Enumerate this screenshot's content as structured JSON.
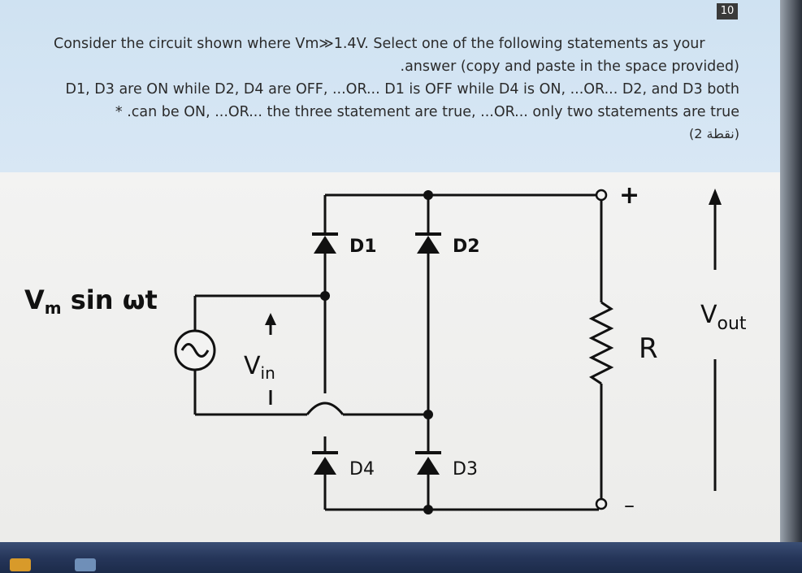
{
  "question": {
    "number": "10",
    "line1": "Consider the circuit shown where Vm≫1.4V. Select one of the following statements as your",
    "line2": ".answer (copy and paste in the space provided)",
    "line3": "D1, D3 are ON while D2, D4 are OFF, ...OR... D1 is OFF while D4 is ON, ...OR... D2, and D3 both",
    "line4": "* .can be ON, ...OR... the three statement are true, ...OR... only two statements are true",
    "points": "(نقطة 2)"
  },
  "circuit": {
    "source_label_main": "V",
    "source_label_sub": "m",
    "source_label_rest": " sin ωt",
    "vin_main": "V",
    "vin_sub": "in",
    "d1": "D1",
    "d2": "D2",
    "d3": "D3",
    "d4": "D4",
    "resistor": "R",
    "plus": "+",
    "minus": "–",
    "vout_main": "V",
    "vout_sub": "out"
  },
  "colors": {
    "panel_bg": "#d6e5f2",
    "wire": "#111111",
    "taskbar": "#26365a"
  }
}
